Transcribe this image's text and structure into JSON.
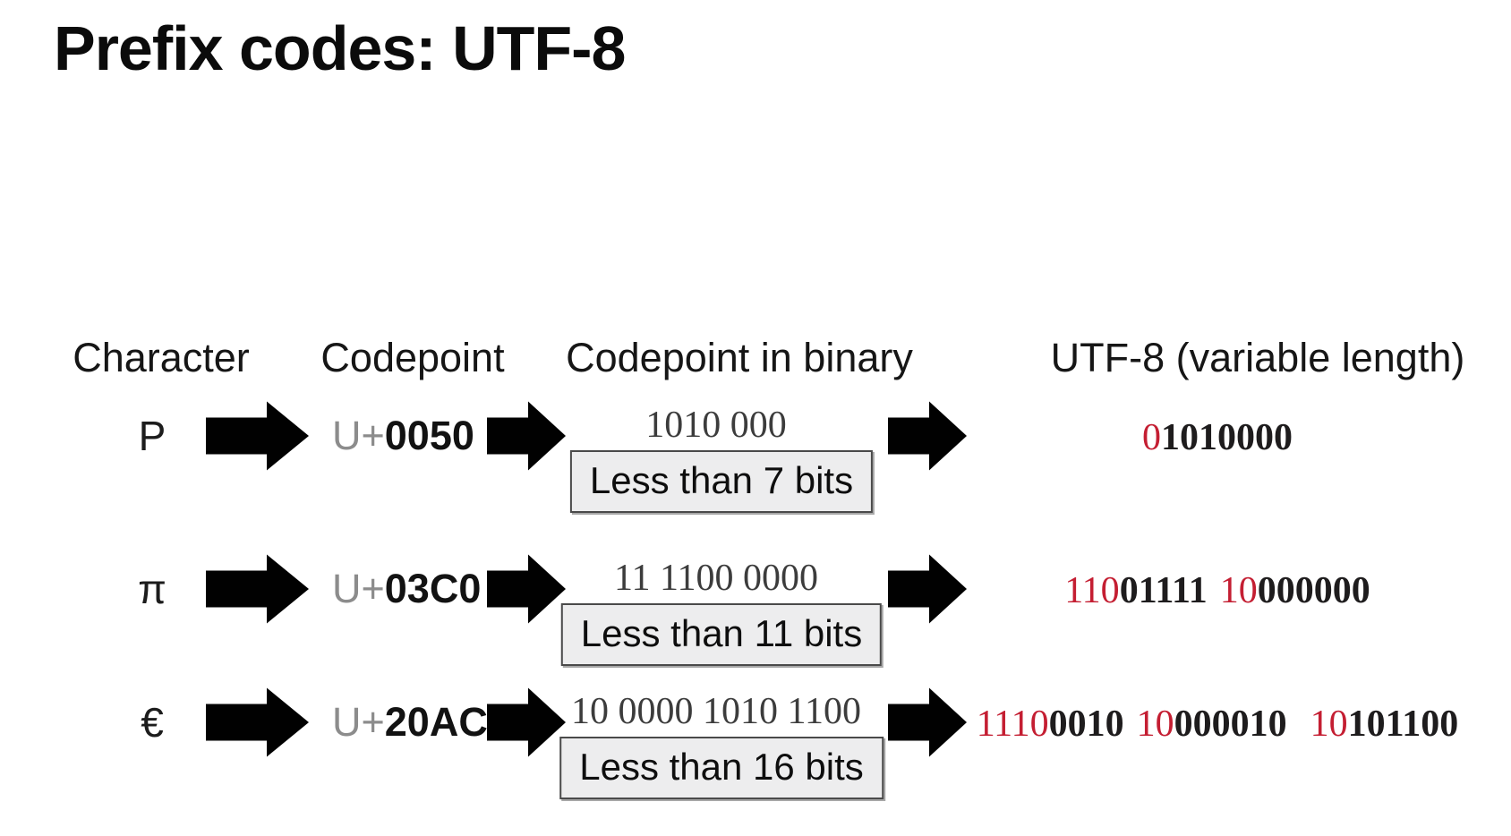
{
  "title": "Prefix codes: UTF-8",
  "headers": [
    "Character",
    "Codepoint",
    "Codepoint in binary",
    "UTF-8 (variable length)"
  ],
  "rows": [
    {
      "character": "P",
      "codepoint": {
        "prefix": "U+",
        "value": "0050"
      },
      "binary": "1010 000",
      "constraint": "Less than 7 bits",
      "utf8": {
        "groups": [
          {
            "marker": "0",
            "payload": "1010000"
          }
        ]
      }
    },
    {
      "character": "π",
      "codepoint": {
        "prefix": "U+",
        "value": "03C0"
      },
      "binary": "11 1100 0000",
      "constraint": "Less than 11 bits",
      "utf8": {
        "groups": [
          {
            "marker": "110",
            "payload": "01111"
          },
          {
            "marker": "10",
            "payload": "000000"
          }
        ]
      }
    },
    {
      "character": "€",
      "codepoint": {
        "prefix": "U+",
        "value": "20AC"
      },
      "binary": "10 0000 1010 1100",
      "constraint": "Less than 16 bits",
      "utf8": {
        "groups": [
          {
            "marker": "1110",
            "payload": "0010"
          },
          {
            "marker": "10",
            "payload": "000010"
          },
          {
            "marker": "10",
            "payload": "101100"
          }
        ]
      }
    }
  ],
  "colors": {
    "marker_red": "#c41e32",
    "bold_black": "#1e1c1d",
    "binary_gray": "#3c3c3c",
    "codepoint_prefix_gray": "#8c8c8c",
    "box_fill": "#ededee",
    "box_border": "#4a4a4a",
    "arrow_black": "#010101"
  }
}
